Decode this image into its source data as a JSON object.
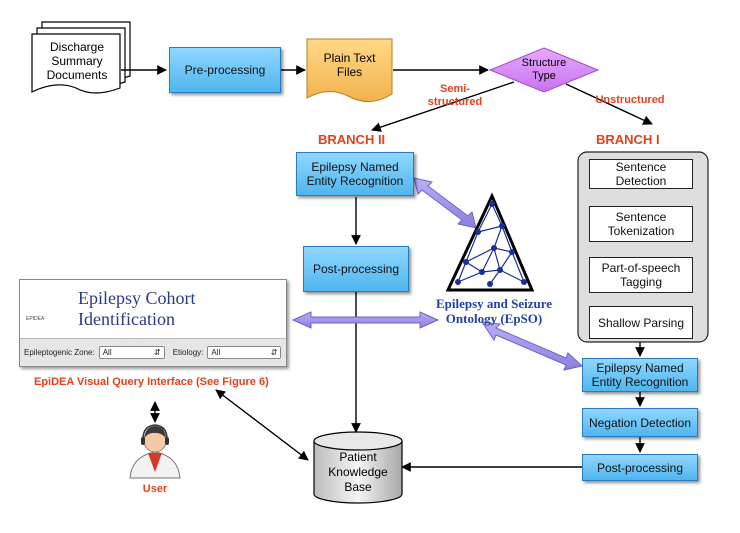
{
  "documents": {
    "label_lines": [
      "Discharge",
      "Summary",
      "Documents"
    ]
  },
  "preprocessing": {
    "label": "Pre-processing"
  },
  "plain_text": {
    "label_lines": [
      "Plain Text",
      "Files"
    ]
  },
  "structure_type": {
    "label_lines": [
      "Structure",
      "Type"
    ]
  },
  "labels": {
    "semi_structured_lines": [
      "Semi-",
      "structured"
    ],
    "unstructured": "Unstructured"
  },
  "branch2": {
    "title": "BRANCH II",
    "ner_lines": [
      "Epilepsy Named",
      "Entity Recognition"
    ],
    "post_processing": "Post-processing"
  },
  "branch1": {
    "title": "BRANCH I",
    "steps": [
      {
        "lines": [
          "Sentence",
          "Detection"
        ]
      },
      {
        "lines": [
          "Sentence",
          "Tokenization"
        ]
      },
      {
        "lines": [
          "Part-of-speech",
          "Tagging"
        ]
      },
      {
        "lines": [
          "Shallow Parsing"
        ]
      }
    ],
    "ner_lines": [
      "Epilepsy Named",
      "Entity Recognition"
    ],
    "negation": "Negation Detection",
    "post_processing": "Post-processing"
  },
  "ontology": {
    "label_lines": [
      "Epilepsy and Seizure",
      "Ontology (EpSO)"
    ]
  },
  "knowledge_base": {
    "label_lines": [
      "Patient",
      "Knowledge",
      "Base"
    ]
  },
  "query_ui": {
    "logo_text": "EPIDEA",
    "title": "Epilepsy Cohort Identification",
    "zone_label": "Epileptogenic Zone:",
    "zone_value": "All",
    "etiology_label": "Etiology:",
    "etiology_value": "All",
    "caption": "EpiDEA Visual Query Interface (See Figure 6)"
  },
  "user": {
    "label": "User"
  },
  "colors": {
    "blue_box": "#6cc6f7",
    "doc_yellow": "#f7c46c",
    "diamond_purple": "#d98cf5",
    "red_label": "#e8401c",
    "ontology_blue": "#2540a8",
    "arrow_purple": "#9a8ee6"
  }
}
